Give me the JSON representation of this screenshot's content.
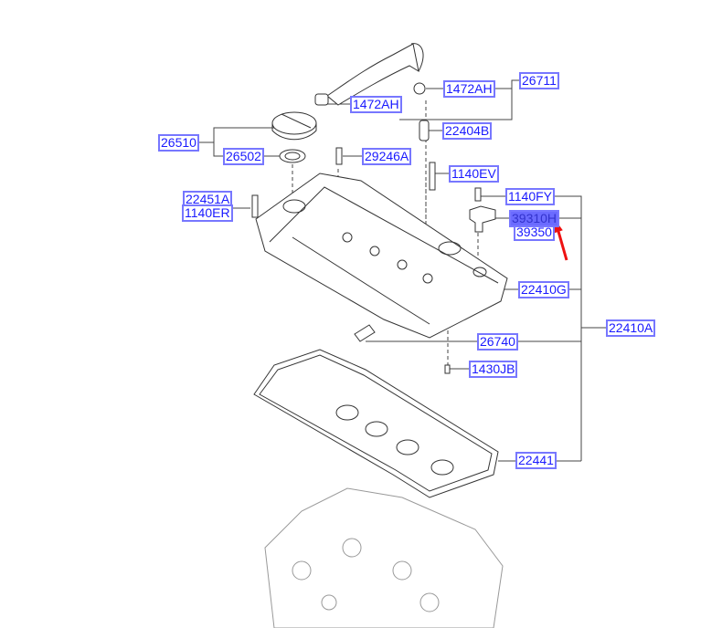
{
  "diagram": {
    "labels": {
      "l26711": "26711",
      "l1472AH_a": "1472AH",
      "l1472AH_b": "1472AH",
      "l22404B": "22404B",
      "l26510": "26510",
      "l26502": "26502",
      "l29246A": "29246A",
      "l1140EV": "1140EV",
      "l22451A": "22451A",
      "l1140ER": "1140ER",
      "l1140FY": "1140FY",
      "l39310H": "39310H",
      "l39350": "39350",
      "l22410G": "22410G",
      "l22410A": "22410A",
      "l26740": "26740",
      "l1430JB": "1430JB",
      "l22441": "22441"
    },
    "selected_part": "39310H",
    "colors": {
      "label_border": "#7777ff",
      "label_text": "#1a1aff",
      "highlight": "#6b6bff",
      "arrow": "#ee1111"
    }
  }
}
